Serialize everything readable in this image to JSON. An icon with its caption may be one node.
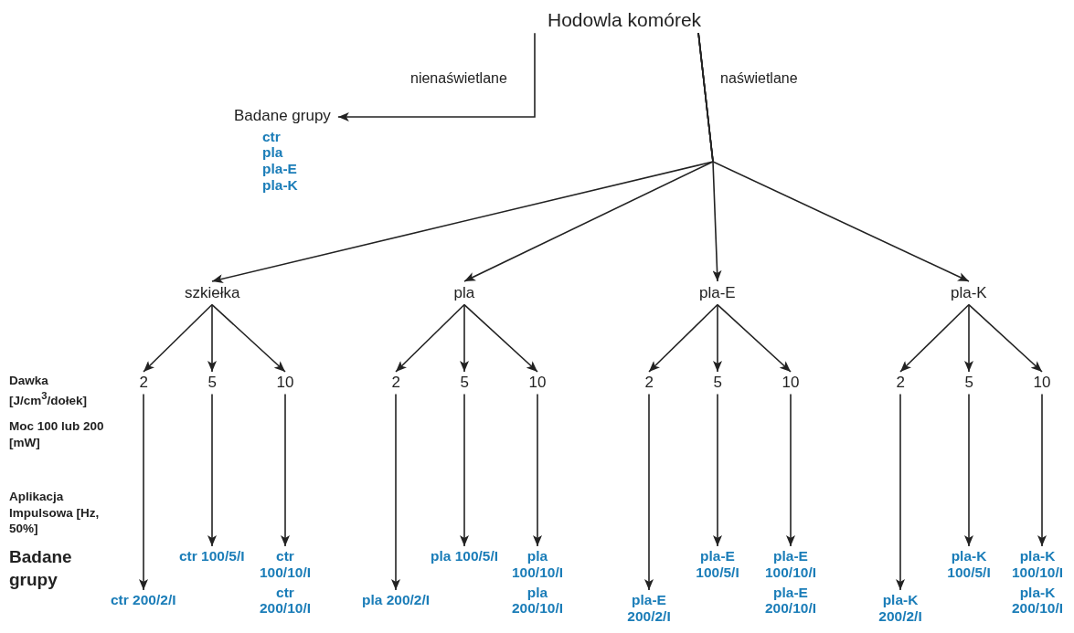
{
  "diagram": {
    "nodes": [
      {
        "text": [
          "Hodowla komórek"
        ]
      },
      {
        "text": [
          "Badane grupy",
          "ctr",
          "pla",
          "pla-E",
          "pla-K"
        ]
      },
      {
        "text": [
          "szkiełka"
        ]
      },
      {
        "text": [
          "pla"
        ]
      },
      {
        "text": [
          "pla-E"
        ]
      },
      {
        "text": [
          "pla-K"
        ]
      },
      {
        "text": [
          "2"
        ]
      },
      {
        "text": [
          "5"
        ]
      },
      {
        "text": [
          "10"
        ]
      },
      {
        "text": [
          "ctr 200/2/I"
        ]
      },
      {
        "text": [
          "ctr 100/5/I"
        ]
      },
      {
        "text": [
          "ctr 100/10/I",
          "ctr 200/10/I"
        ]
      },
      {
        "text": [
          "2"
        ]
      },
      {
        "text": [
          "5"
        ]
      },
      {
        "text": [
          "10"
        ]
      },
      {
        "text": [
          "pla 200/2/I"
        ]
      },
      {
        "text": [
          "pla 100/5/I"
        ]
      },
      {
        "text": [
          "pla 100/10/I",
          "pla 200/10/I"
        ]
      },
      {
        "text": [
          "2"
        ]
      },
      {
        "text": [
          "5"
        ]
      },
      {
        "text": [
          "10"
        ]
      },
      {
        "text": [
          "pla-E 200/2/I"
        ]
      },
      {
        "text": [
          "pla-E 100/5/I"
        ]
      },
      {
        "text": [
          "pla-E 100/10/I",
          "pla-E 200/10/I"
        ]
      },
      {
        "text": [
          "2"
        ]
      },
      {
        "text": [
          "5"
        ]
      },
      {
        "text": [
          "10"
        ]
      },
      {
        "text": [
          "pla-K 200/2/I"
        ]
      },
      {
        "text": [
          "pla-K 100/5/I"
        ]
      },
      {
        "text": [
          "pla-K 100/10/I",
          "pla-K 200/10/I"
        ]
      }
    ],
    "edges": [
      {
        "from": 0,
        "to": 1,
        "arrow": "to",
        "label": "nienaświetlane"
      },
      {
        "from": 0,
        "to": 2,
        "arrow": "to"
      },
      {
        "from": 0,
        "to": 3,
        "arrow": "to"
      },
      {
        "from": 0,
        "to": 4,
        "arrow": "to",
        "label": "naświetlane"
      },
      {
        "from": 0,
        "to": 5,
        "arrow": "to"
      },
      {
        "from": 2,
        "to": 6,
        "arrow": "to"
      },
      {
        "from": 2,
        "to": 7,
        "arrow": "to"
      },
      {
        "from": 2,
        "to": 8,
        "arrow": "to"
      },
      {
        "from": 6,
        "to": 9,
        "arrow": "to"
      },
      {
        "from": 7,
        "to": 10,
        "arrow": "to"
      },
      {
        "from": 8,
        "to": 11,
        "arrow": "to"
      },
      {
        "from": 3,
        "to": 12,
        "arrow": "to"
      },
      {
        "from": 3,
        "to": 13,
        "arrow": "to"
      },
      {
        "from": 3,
        "to": 14,
        "arrow": "to"
      },
      {
        "from": 12,
        "to": 15,
        "arrow": "to"
      },
      {
        "from": 13,
        "to": 16,
        "arrow": "to"
      },
      {
        "from": 14,
        "to": 17,
        "arrow": "to"
      },
      {
        "from": 4,
        "to": 18,
        "arrow": "to"
      },
      {
        "from": 4,
        "to": 19,
        "arrow": "to"
      },
      {
        "from": 4,
        "to": 20,
        "arrow": "to"
      },
      {
        "from": 18,
        "to": 21,
        "arrow": "to"
      },
      {
        "from": 19,
        "to": 22,
        "arrow": "to"
      },
      {
        "from": 20,
        "to": 23,
        "arrow": "to"
      },
      {
        "from": 5,
        "to": 24,
        "arrow": "to"
      },
      {
        "from": 5,
        "to": 25,
        "arrow": "to"
      },
      {
        "from": 5,
        "to": 26,
        "arrow": "to"
      },
      {
        "from": 24,
        "to": 27,
        "arrow": "to"
      },
      {
        "from": 25,
        "to": 28,
        "arrow": "to"
      },
      {
        "from": 26,
        "to": 29,
        "arrow": "to"
      }
    ],
    "labels": [
      "Dawka [J/cm$^{3}$/dołek]",
      "Moc 100 lub 200 [mW]",
      "Aplikacja Impulsowa [Hz, 50%]",
      "Badane grupy"
    ]
  }
}
